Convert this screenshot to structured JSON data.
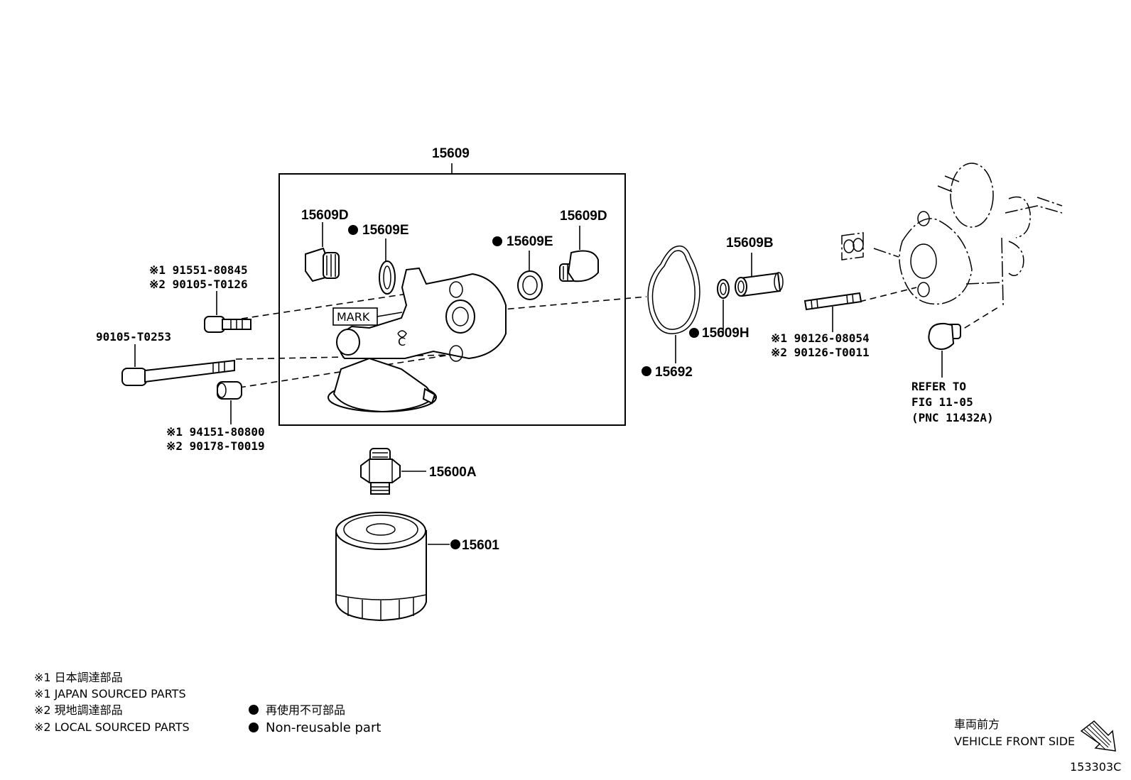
{
  "callouts": {
    "assembly": "15609",
    "plug_left": "15609D",
    "gasket_left": "15609E",
    "gasket_right": "15609E",
    "plug_right": "15609D",
    "sleeve": "15609B",
    "ring": "15609H",
    "oring": "15692",
    "union": "15600A",
    "filter": "15601",
    "mark": "MARK",
    "cast_c": "C"
  },
  "fasteners": {
    "bolt_top_1": "※1 91551-80845",
    "bolt_top_2": "※2 90105-T0126",
    "bolt_long": "90105-T0253",
    "collar_1": "※1 94151-80800",
    "collar_2": "※2 90178-T0019",
    "stud_1": "※1 90126-08054",
    "stud_2": "※2 90126-T0011"
  },
  "refer": {
    "line1": "REFER TO",
    "line2": "FIG 11-05",
    "line3": "(PNC 11432A)"
  },
  "legend": {
    "j1": "※1 日本調達部品",
    "e1": "※1 JAPAN SOURCED PARTS",
    "j2": "※2 現地調達部品",
    "e2": "※2 LOCAL SOURCED PARTS",
    "nr_j": "再使用不可部品",
    "nr_e": "Non-reusable part"
  },
  "direction": {
    "jp": "車両前方",
    "en": "VEHICLE FRONT SIDE"
  },
  "figure_id": "153303C"
}
